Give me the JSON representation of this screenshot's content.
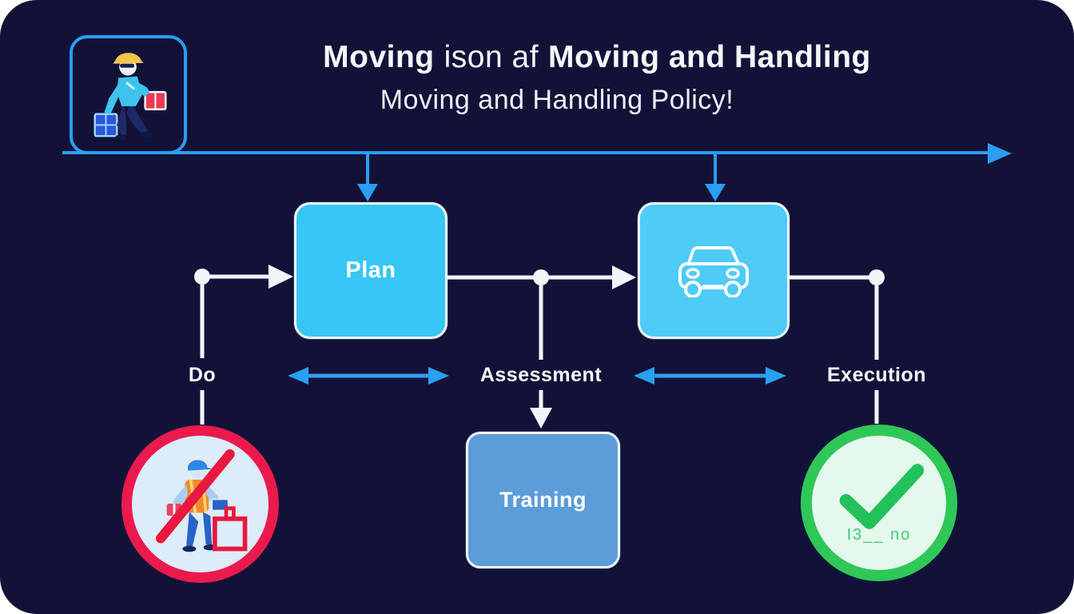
{
  "title": {
    "line1_bold_a": "Moving",
    "line1_regular": "ison af",
    "line1_bold_b": "Moving and Handling",
    "line2": "Moving and Handling Policy!"
  },
  "flow": {
    "plan_label": "Plan",
    "training_label": "Training",
    "do_label": "Do",
    "assessment_label": "Assessment",
    "execution_label": "Execution",
    "approval_caption": "I3__ no"
  },
  "icons": {
    "top_left": "worker-carrying-boxes-icon",
    "vehicle_box": "car-icon",
    "prohibition": "no-manual-lifting-icon",
    "approval": "checkmark-icon"
  },
  "colors": {
    "card_background": "#121239",
    "connector_blue": "#2a9df4",
    "connector_white": "#f2f6fa",
    "plan_box_fill": "#38c6f4",
    "vehicle_box_fill": "#4ecbf6",
    "training_box_fill": "#5c9cd8",
    "prohibition_ring": "#ea1a4e",
    "approval_ring": "#2fc757",
    "check_green": "#21c15c"
  }
}
